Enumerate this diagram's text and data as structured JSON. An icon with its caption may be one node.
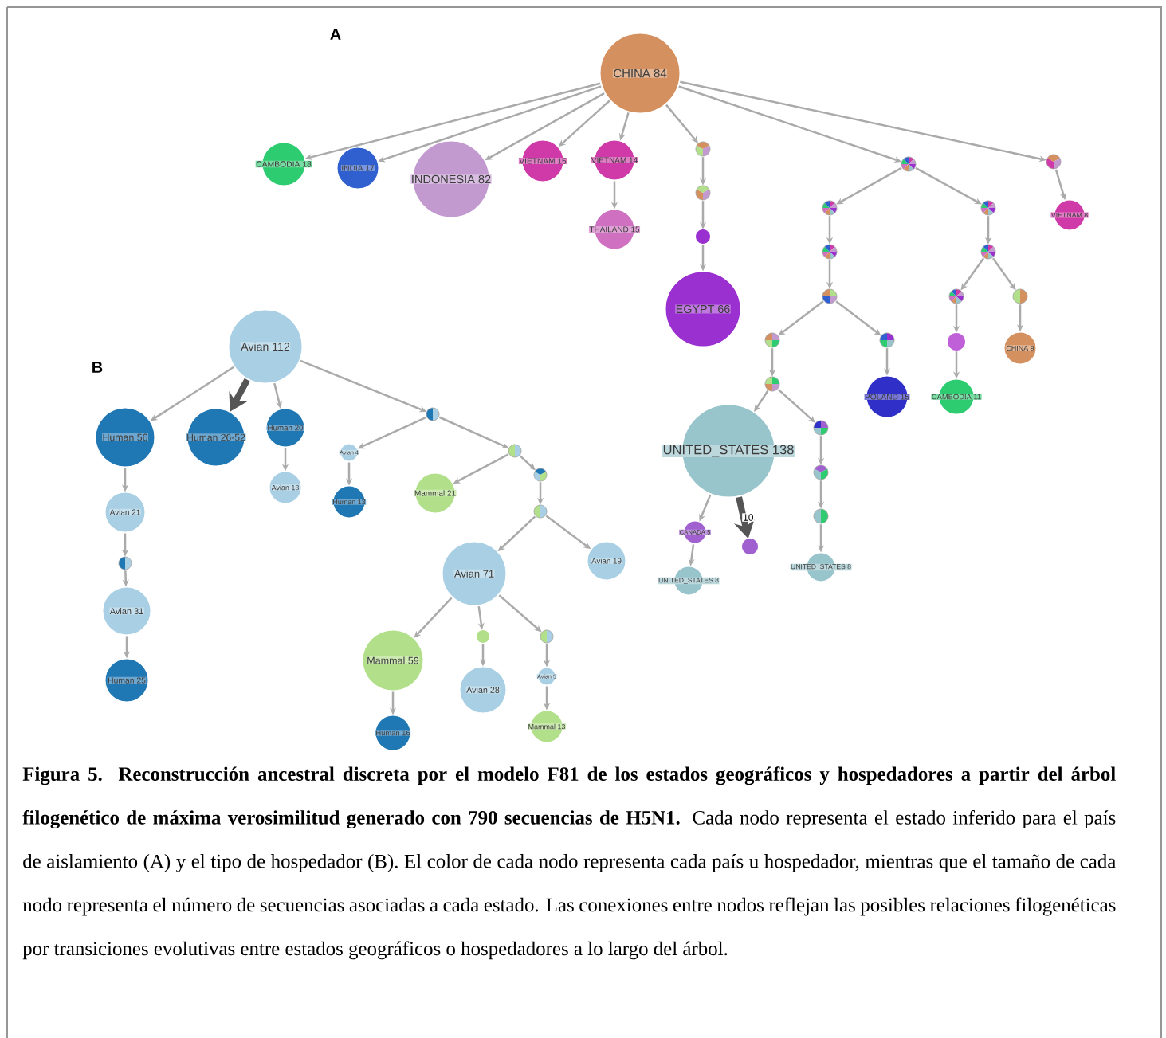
{
  "diagram": {
    "caption": "**Figura 5. Reconstrucción ancestral discreta por el modelo F81 de los estados geográficos y hospedadores a partir del árbol filogenético de máxima verosimilitud generado con 790 secuencias de H5N1.** Cada nodo representa el estado inferido para el país de aislamiento (A) y el tipo de hospedador (B). El color de cada nodo representa cada país u hospedador, mientras que el tamaño de cada nodo representa el número de secuencias asociadas a cada estado. Las conexiones entre nodos reflejan las posibles relaciones filogenéticas por transiciones evolutivas entre estados geográficos o hospedadores a lo largo del árbol.",
    "nodes": [
      {
        "text": [
          "CHINA 84"
        ]
      },
      {
        "text": [
          "CAMBODIA 18"
        ]
      },
      {
        "text": [
          "INDIA 17"
        ]
      },
      {
        "text": [
          "INDONESIA 82"
        ]
      },
      {
        "text": [
          "VIETNAM 15"
        ]
      },
      {
        "text": [
          "VIETNAM 14"
        ]
      },
      {
        "text": [
          "THAILAND 15"
        ]
      },
      {
        "text": [],
        "shape": "circle"
      },
      {
        "text": [],
        "shape": "circle"
      },
      {
        "text": [],
        "shape": "circle"
      },
      {
        "text": [
          "EGYPT 66"
        ]
      },
      {
        "text": [],
        "shape": "circle"
      },
      {
        "text": [],
        "shape": "circle"
      },
      {
        "text": [
          "VIETNAM 8"
        ]
      },
      {
        "text": [],
        "shape": "circle"
      },
      {
        "text": [],
        "shape": "circle"
      },
      {
        "text": [],
        "shape": "circle"
      },
      {
        "text": [],
        "shape": "circle"
      },
      {
        "text": [],
        "shape": "circle"
      },
      {
        "text": [],
        "shape": "circle"
      },
      {
        "text": [],
        "shape": "circle"
      },
      {
        "text": [],
        "shape": "circle"
      },
      {
        "text": [],
        "shape": "circle"
      },
      {
        "text": [],
        "shape": "circle"
      },
      {
        "text": [
          "CHINA 9"
        ]
      },
      {
        "text": [
          "POLAND 15"
        ]
      },
      {
        "text": [
          "CAMBODIA 11"
        ]
      },
      {
        "text": [],
        "shape": "circle"
      },
      {
        "text": [
          "UNITED_STATES 138"
        ]
      },
      {
        "text": [],
        "shape": "circle"
      },
      {
        "text": [
          "CANADA 5"
        ]
      },
      {
        "text": [],
        "shape": "circle"
      },
      {
        "text": [],
        "shape": "circle"
      },
      {
        "text": [
          "UNITED_STATES 8"
        ]
      },
      {
        "text": [],
        "shape": "circle"
      },
      {
        "text": [
          "UNITED_STATES 8"
        ]
      },
      {
        "text": [
          "Avian 112"
        ]
      },
      {
        "text": [
          "Human 56"
        ]
      },
      {
        "text": [
          "Human 26-52"
        ]
      },
      {
        "text": [
          "Human 20"
        ]
      },
      {
        "text": [
          "Avian 13"
        ]
      },
      {
        "text": [],
        "shape": "circle"
      },
      {
        "text": [
          "Avian 4"
        ]
      },
      {
        "text": [
          "Human 13"
        ]
      },
      {
        "text": [],
        "shape": "circle"
      },
      {
        "text": [
          "Mammal 21"
        ]
      },
      {
        "text": [],
        "shape": "circle"
      },
      {
        "text": [],
        "shape": "circle"
      },
      {
        "text": [
          "Avian 21"
        ]
      },
      {
        "text": [],
        "shape": "circle"
      },
      {
        "text": [
          "Avian 31"
        ]
      },
      {
        "text": [
          "Human 25"
        ]
      },
      {
        "text": [
          "Avian 71"
        ]
      },
      {
        "text": [
          "Avian 19"
        ]
      },
      {
        "text": [
          "Mammal 59"
        ]
      },
      {
        "text": [],
        "shape": "circle"
      },
      {
        "text": [],
        "shape": "circle"
      },
      {
        "text": [
          "Avian 28"
        ]
      },
      {
        "text": [
          "Avian 5"
        ]
      },
      {
        "text": [
          "Human 16"
        ]
      },
      {
        "text": [
          "Mammal 13"
        ]
      }
    ],
    "edges": [
      {
        "from": 0,
        "to": 1,
        "arrow": "to"
      },
      {
        "from": 0,
        "to": 2,
        "arrow": "to"
      },
      {
        "from": 0,
        "to": 3,
        "arrow": "to"
      },
      {
        "from": 0,
        "to": 4,
        "arrow": "to"
      },
      {
        "from": 0,
        "to": 5,
        "arrow": "to"
      },
      {
        "from": 0,
        "to": 7,
        "arrow": "to"
      },
      {
        "from": 0,
        "to": 11,
        "arrow": "to"
      },
      {
        "from": 0,
        "to": 12,
        "arrow": "to"
      },
      {
        "from": 5,
        "to": 6,
        "arrow": "to"
      },
      {
        "from": 7,
        "to": 8,
        "arrow": "to"
      },
      {
        "from": 8,
        "to": 9,
        "arrow": "to"
      },
      {
        "from": 9,
        "to": 10,
        "arrow": "to"
      },
      {
        "from": 12,
        "to": 13,
        "arrow": "to"
      },
      {
        "from": 11,
        "to": 14,
        "arrow": "to"
      },
      {
        "from": 11,
        "to": 15,
        "arrow": "to"
      },
      {
        "from": 14,
        "to": 16,
        "arrow": "to"
      },
      {
        "from": 16,
        "to": 18,
        "arrow": "to"
      },
      {
        "from": 18,
        "to": 21,
        "arrow": "to"
      },
      {
        "from": 18,
        "to": 22,
        "arrow": "to"
      },
      {
        "from": 21,
        "to": 27,
        "arrow": "to"
      },
      {
        "from": 27,
        "to": 28,
        "arrow": "to"
      },
      {
        "from": 27,
        "to": 29,
        "arrow": "to"
      },
      {
        "from": 22,
        "to": 25,
        "arrow": "to"
      },
      {
        "from": 15,
        "to": 17,
        "arrow": "to"
      },
      {
        "from": 17,
        "to": 19,
        "arrow": "to"
      },
      {
        "from": 17,
        "to": 20,
        "arrow": "to"
      },
      {
        "from": 19,
        "to": 23,
        "arrow": "to"
      },
      {
        "from": 23,
        "to": 26,
        "arrow": "to"
      },
      {
        "from": 20,
        "to": 24,
        "arrow": "to"
      },
      {
        "from": 28,
        "to": 30,
        "arrow": "to"
      },
      {
        "from": 28,
        "to": 31,
        "arrow": "to",
        "label": "10",
        "style": "thick",
        "color": "#555555"
      },
      {
        "from": 30,
        "to": 33,
        "arrow": "to"
      },
      {
        "from": 29,
        "to": 32,
        "arrow": "to"
      },
      {
        "from": 32,
        "to": 34,
        "arrow": "to"
      },
      {
        "from": 34,
        "to": 35,
        "arrow": "to"
      },
      {
        "from": 36,
        "to": 37,
        "arrow": "to"
      },
      {
        "from": 36,
        "to": 38,
        "arrow": "to",
        "style": "thick",
        "color": "#555555"
      },
      {
        "from": 36,
        "to": 39,
        "arrow": "to"
      },
      {
        "from": 36,
        "to": 41,
        "arrow": "to"
      },
      {
        "from": 39,
        "to": 40,
        "arrow": "to"
      },
      {
        "from": 41,
        "to": 42,
        "arrow": "to"
      },
      {
        "from": 41,
        "to": 44,
        "arrow": "to"
      },
      {
        "from": 42,
        "to": 43,
        "arrow": "to"
      },
      {
        "from": 44,
        "to": 45,
        "arrow": "to"
      },
      {
        "from": 44,
        "to": 46,
        "arrow": "to"
      },
      {
        "from": 46,
        "to": 47,
        "arrow": "to"
      },
      {
        "from": 47,
        "to": 52,
        "arrow": "to"
      },
      {
        "from": 47,
        "to": 53,
        "arrow": "to"
      },
      {
        "from": 37,
        "to": 48,
        "arrow": "to"
      },
      {
        "from": 48,
        "to": 49,
        "arrow": "to"
      },
      {
        "from": 49,
        "to": 50,
        "arrow": "to"
      },
      {
        "from": 50,
        "to": 51,
        "arrow": "to"
      },
      {
        "from": 52,
        "to": 54,
        "arrow": "to"
      },
      {
        "from": 52,
        "to": 55,
        "arrow": "to"
      },
      {
        "from": 52,
        "to": 56,
        "arrow": "to"
      },
      {
        "from": 54,
        "to": 59,
        "arrow": "to"
      },
      {
        "from": 55,
        "to": 57,
        "arrow": "to"
      },
      {
        "from": 56,
        "to": 58,
        "arrow": "to"
      },
      {
        "from": 58,
        "to": 60,
        "arrow": "to"
      }
    ],
    "labels": [
      "A",
      "B"
    ]
  }
}
